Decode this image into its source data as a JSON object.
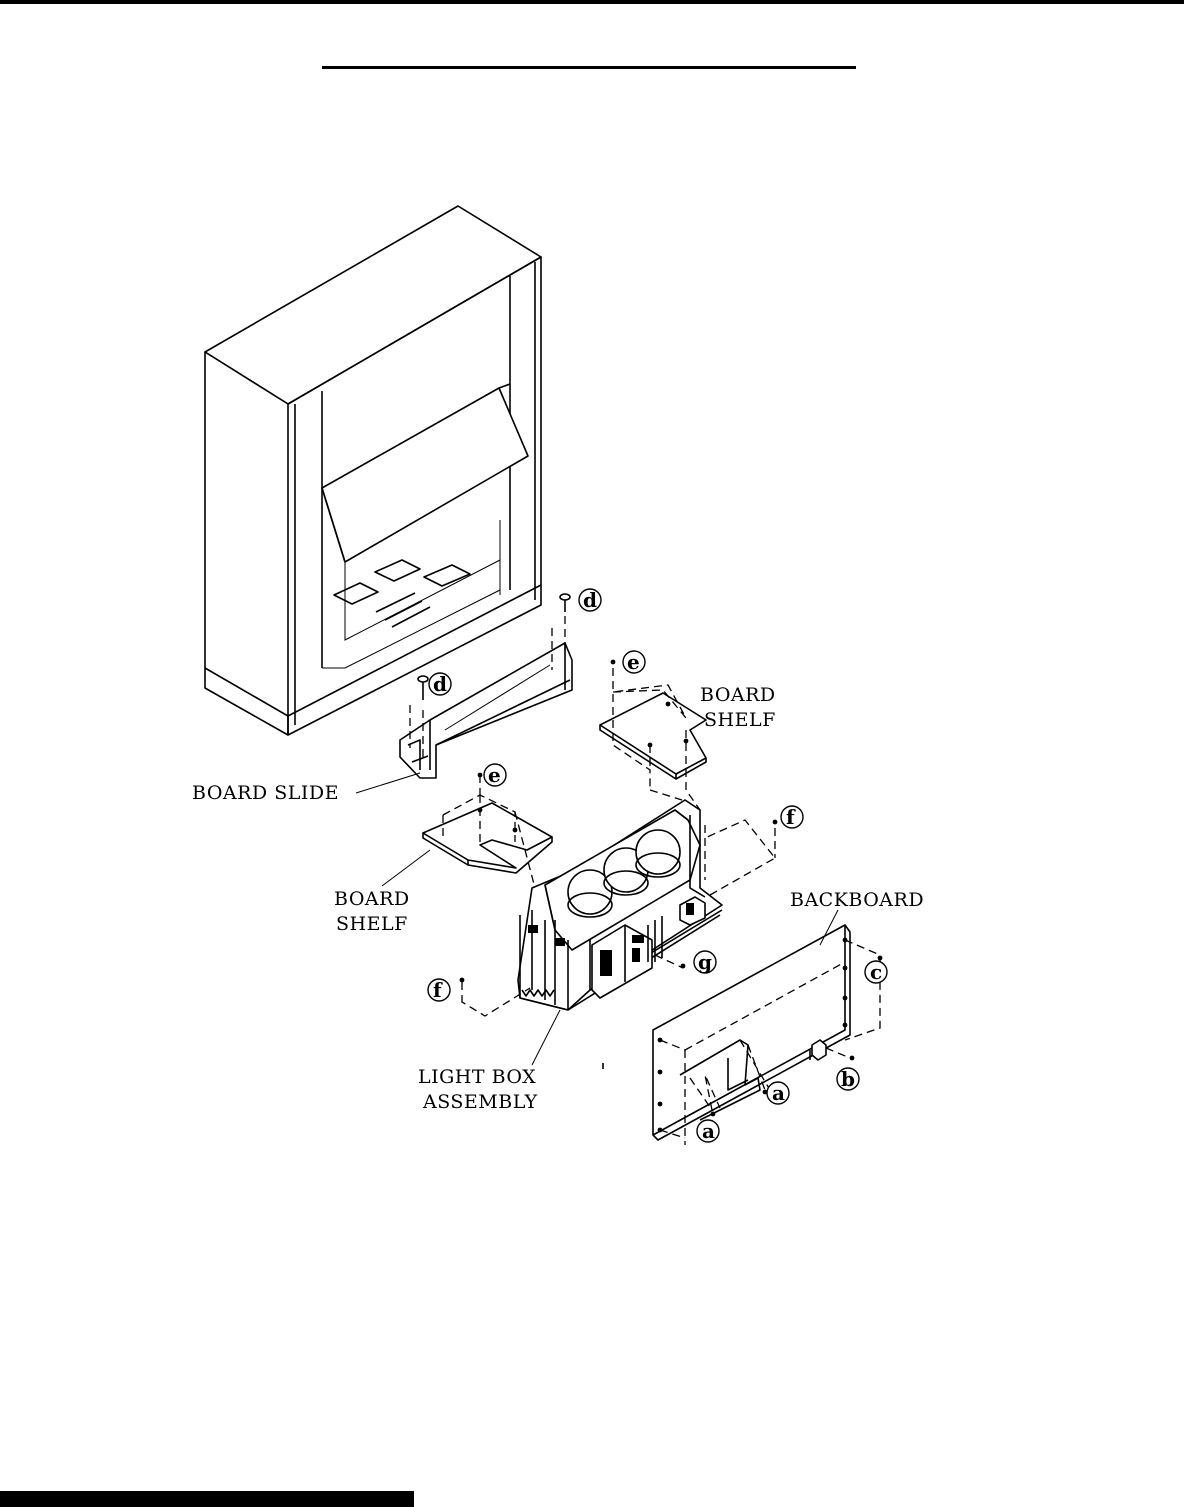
{
  "labels": {
    "board_slide": "BOARD SLIDE",
    "board_shelf_upper_1": "BOARD",
    "board_shelf_upper_2": "SHELF",
    "board_shelf_lower_1": "BOARD",
    "board_shelf_lower_2": "SHELF",
    "light_box_1": "LIGHT BOX",
    "light_box_2": "ASSEMBLY",
    "backboard": "BACKBOARD"
  },
  "callouts": {
    "d_upper": "d",
    "d_lower": "d",
    "e_upper": "e",
    "e_lower": "e",
    "f_right": "f",
    "f_left": "f",
    "g": "g",
    "c": "c",
    "a_right": "a",
    "a_bottom": "a",
    "b": "b"
  }
}
